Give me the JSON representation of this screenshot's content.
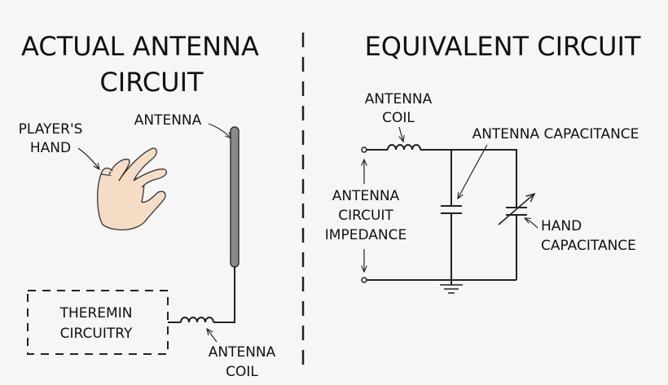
{
  "left_panel": {
    "title_line1": "ACTUAL ANTENNA",
    "title_line2": "CIRCUIT",
    "players_hand_line1": "PLAYER'S",
    "players_hand_line2": "HAND",
    "antenna_label": "ANTENNA",
    "theremin_line1": "THEREMIN",
    "theremin_line2": "CIRCUITRY",
    "coil_line1": "ANTENNA",
    "coil_line2": "COIL"
  },
  "right_panel": {
    "title": "EQUIVALENT CIRCUIT",
    "coil_line1": "ANTENNA",
    "coil_line2": "COIL",
    "antenna_capacitance": "ANTENNA CAPACITANCE",
    "impedance_line1": "ANTENNA",
    "impedance_line2": "CIRCUIT",
    "impedance_line3": "IMPEDANCE",
    "hand_cap_line1": "HAND",
    "hand_cap_line2": "CAPACITANCE"
  },
  "colors": {
    "background": "#f6f6f6",
    "ink": "#222222",
    "skin": "#f5dcc4",
    "antenna_rod": "#8a8a8a"
  }
}
